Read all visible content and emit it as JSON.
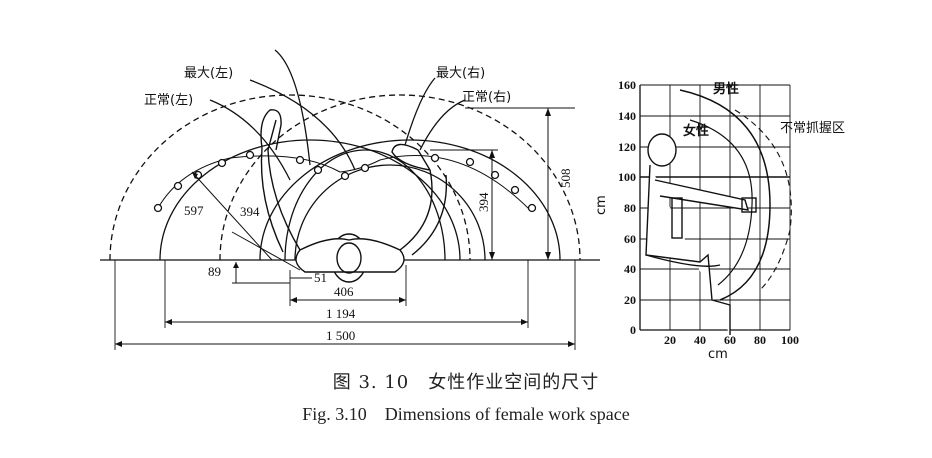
{
  "left_diagram": {
    "labels": {
      "max_left": "最大(左)",
      "normal_left": "正常(左)",
      "max_right": "最大(右)",
      "normal_right": "正常(右)"
    },
    "dims": {
      "d597": "597",
      "d394a": "394",
      "d394b": "394",
      "d508": "508",
      "d89": "89",
      "d51": "51",
      "d406": "406",
      "d1194": "1 194",
      "d1500": "1 500"
    }
  },
  "right_diagram": {
    "labels": {
      "male": "男性",
      "female": "女性",
      "non_grip": "不常抓握区",
      "y_unit": "cm",
      "x_unit": "cm"
    },
    "y_ticks": [
      "160",
      "140",
      "120",
      "100",
      "80",
      "60",
      "40",
      "20",
      "0"
    ],
    "x_ticks": [
      "20",
      "40",
      "60",
      "80",
      "100"
    ]
  },
  "caption": {
    "cn": "图 3. 10　女性作业空间的尺寸",
    "en": "Fig. 3.10　Dimensions of female work space"
  }
}
